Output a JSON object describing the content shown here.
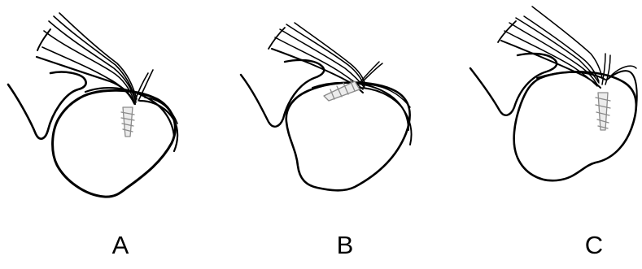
{
  "panels": [
    {
      "label": "A"
    },
    {
      "label": "B"
    },
    {
      "label": "C"
    }
  ],
  "colors": {
    "line": "#000000",
    "anchor_fill": "#e4e4e4",
    "anchor_stroke": "#8a8a8a",
    "background": "#ffffff"
  }
}
